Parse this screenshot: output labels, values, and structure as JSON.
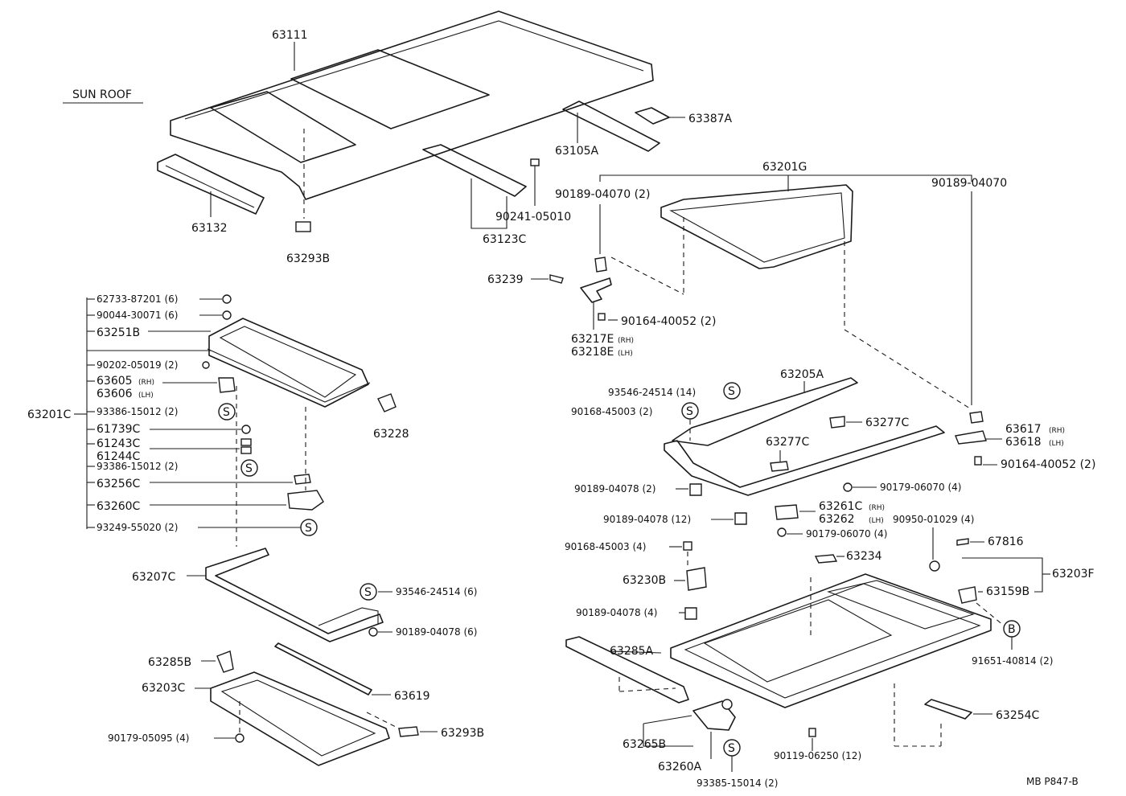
{
  "title": "SUN ROOF",
  "code": "MB P847-B",
  "parts": {
    "roof_panel": "63111",
    "front_rail": "63132",
    "plug_63293b_top": "63293B",
    "side_rail": "63123C",
    "screw_90241": "90241-05010",
    "rear_rail": "63105A",
    "bracket_63387a": "63387A",
    "glass_assy": "63201G",
    "nut_90189_2": "90189-04070 (2)",
    "nut_90189_right": "90189-04070",
    "part_63239": "63239",
    "bolt_90164_2": "90164-40052 (2)",
    "bracket_rh": "63217E",
    "bracket_lh": "63218E",
    "rh": "(RH)",
    "lh": "(LH)",
    "rail_63205a": "63205A",
    "screw_93546_14": "93546-24514 (14)",
    "screw_90168_2": "90168-45003 (2)",
    "clip_63277c_top": "63277C",
    "clip_63277c_mid": "63277C",
    "nut_90189_04078_2": "90189-04078 (2)",
    "nut_90189_04078_12": "90189-04078 (12)",
    "nut_90179_4a": "90179-06070 (4)",
    "guide_63261c": "63261C",
    "guide_63262": "63262",
    "nut_90179_4b": "90179-06070 (4)",
    "clip_90950": "90950-01029 (4)",
    "seal_63617": "63617",
    "seal_63618": "63618",
    "bolt_90164_right": "90164-40052 (2)",
    "part_67816": "67816",
    "part_63234": "63234",
    "screw_90168_4": "90168-45003 (4)",
    "bracket_63230b": "63230B",
    "frame_63203f": "63203F",
    "bracket_63159b": "63159B",
    "nut_90189_04078_4": "90189-04078 (4)",
    "trim_63285a": "63285A",
    "screw_91651": "91651-40814 (2)",
    "drive_63254c": "63254C",
    "gear_63265b": "63265B",
    "motor_63260a": "63260A",
    "bolt_90119": "90119-06250 (12)",
    "screw_93385": "93385-15014 (2)",
    "lp_62733": "62733-87201 (6)",
    "lp_90044": "90044-30071 (6)",
    "lp_63251b": "63251B",
    "lp_90202": "90202-05019 (2)",
    "lp_63605": "63605",
    "lp_63606": "63606",
    "lp_63201c": "63201C",
    "lp_93386_a": "93386-15012 (2)",
    "lp_61739c": "61739C",
    "lp_61243c": "61243C",
    "lp_61244c": "61244C",
    "lp_93386_b": "93386-15012 (2)",
    "lp_63256c": "63256C",
    "lp_63260c": "63260C",
    "lp_93249": "93249-55020 (2)",
    "lp_63228": "63228",
    "lp_63207c": "63207C",
    "lp_93546_6": "93546-24514 (6)",
    "lp_90189_6": "90189-04078 (6)",
    "lp_63285b": "63285B",
    "lp_63203c": "63203C",
    "lp_63619": "63619",
    "lp_90179_05095": "90179-05095 (4)",
    "lp_63293b": "63293B"
  },
  "symbols": {
    "s": "S",
    "b": "B"
  }
}
